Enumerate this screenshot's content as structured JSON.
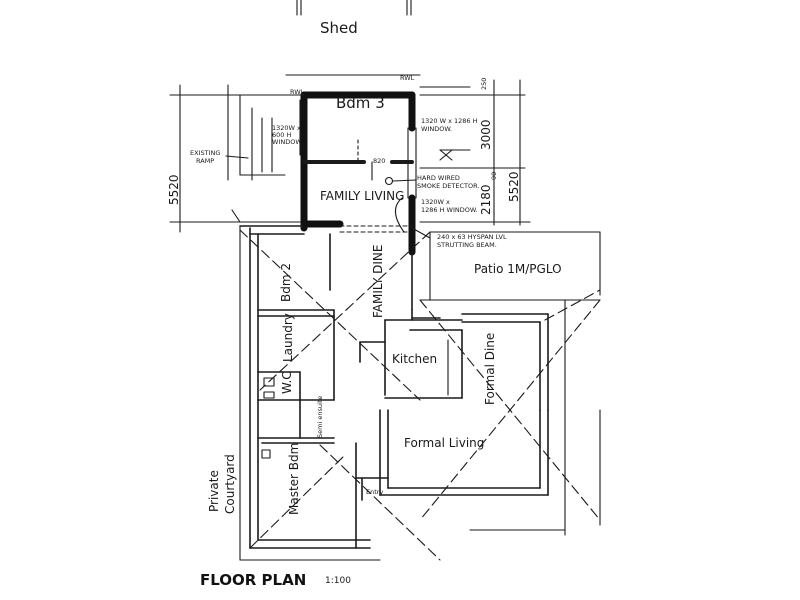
{
  "header": {
    "shed": "Shed"
  },
  "rooms": {
    "bedroom3": "Bdm 3",
    "family_living": "FAMILY LIVING",
    "bedroom2": "Bdm 2",
    "family_dine": "FAMILY DINE",
    "laundry": "Laundry",
    "wc": "W.C",
    "kitchen": "Kitchen",
    "formal_dine": "Formal Dine",
    "semi_ensuite": "Semi ensuite",
    "formal_living": "Formal Living",
    "master_bdm": "Master Bdm",
    "entry": "Entry",
    "courtyard_line1": "Private",
    "courtyard_line2": "Courtyard",
    "patio": "Patio 1M/PGLO"
  },
  "annotations": {
    "existing_ramp_1": "EXISTING",
    "existing_ramp_2": "RAMP",
    "window_left_1": "1320W x",
    "window_left_2": "600 H",
    "window_left_3": "WINDOW",
    "window_right_1": "1320 W x 1286 H",
    "window_right_2": "WINDOW.",
    "smoke_1": "HARD WIRED",
    "smoke_2": "SMOKE DETECTOR.",
    "window_bottom_1": "1320W x",
    "window_bottom_2": "1286 H WINDOW.",
    "beam_1": "240 x 63 HYSPAN LVL",
    "beam_2": "STRUTTING BEAM.",
    "tag_rwl_left": "RWL",
    "tag_rwl_right": "RWL",
    "tag_820": "820"
  },
  "dimensions": {
    "left_overall": "5520",
    "right_overall": "5520",
    "d3000": "3000",
    "d2180": "2180",
    "d250": "250",
    "d90": "90"
  },
  "footer": {
    "title": "FLOOR PLAN",
    "scale": "1:100"
  }
}
